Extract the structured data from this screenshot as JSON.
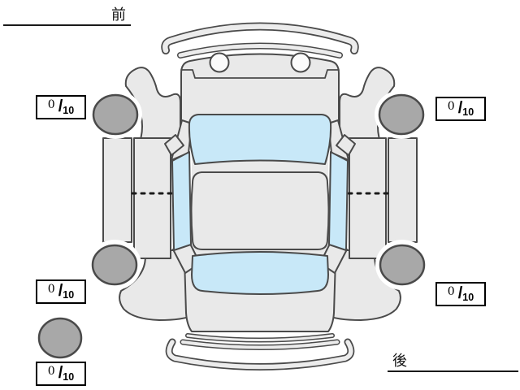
{
  "diagram": {
    "front_label": "前",
    "rear_label": "後"
  },
  "tread_ratings": {
    "front_left": {
      "value": "0",
      "separator": "/",
      "max": "10"
    },
    "front_right": {
      "value": "0",
      "separator": "/",
      "max": "10"
    },
    "rear_left": {
      "value": "0",
      "separator": "/",
      "max": "10"
    },
    "rear_right": {
      "value": "0",
      "separator": "/",
      "max": "10"
    },
    "spare": {
      "value": "0",
      "separator": "/",
      "max": "10"
    }
  },
  "colors": {
    "background": "#ffffff",
    "car_body": "#e9e9e9",
    "glass": "#c8e8f8",
    "tire": "#a8a8a8",
    "outline": "#4a4a4a",
    "text": "#000000"
  }
}
